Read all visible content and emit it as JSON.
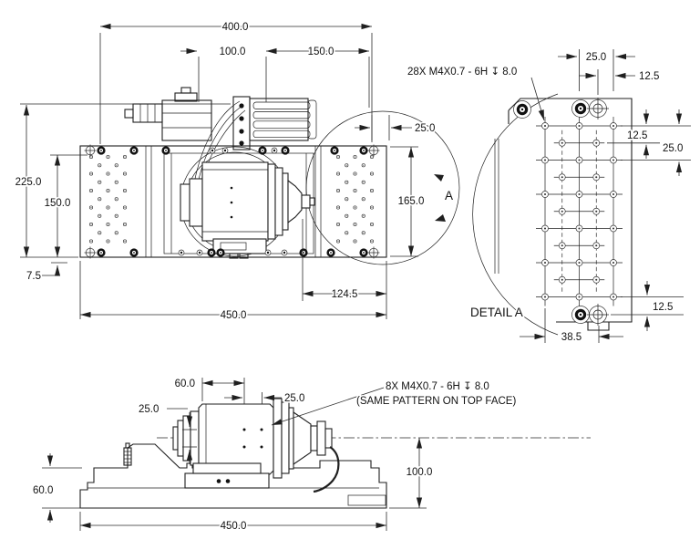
{
  "top_view": {
    "dim_400": "400.0",
    "dim_100": "100.0",
    "dim_150_top": "150.0",
    "dim_25_right": "25.0",
    "dim_225": "225.0",
    "dim_150_left": "150.0",
    "dim_7_5": "7.5",
    "dim_165": "165.0",
    "dim_124_5": "124.5",
    "dim_450": "450.0",
    "detail_callout": "A"
  },
  "detail_view": {
    "label": "DETAIL A",
    "thread_note": "28X M4X0.7 - 6H ↧ 8.0",
    "dim_25_top": "25.0",
    "dim_12_5_top": "12.5",
    "dim_12_5_right": "12.5",
    "dim_25_right": "25.0",
    "dim_12_5_bottom": "12.5",
    "dim_38_5": "38.5"
  },
  "front_view": {
    "thread_note_line1": "8X M4X0.7 - 6H ↧ 8.0",
    "thread_note_line2": "(SAME PATTERN ON TOP FACE)",
    "dim_60_top": "60.0",
    "dim_25_left": "25.0",
    "dim_25_top": "25.0",
    "dim_100": "100.0",
    "dim_60_left": "60.0",
    "dim_450": "450.0"
  },
  "colors": {
    "line": "#1f1f1f",
    "background": "#ffffff"
  }
}
